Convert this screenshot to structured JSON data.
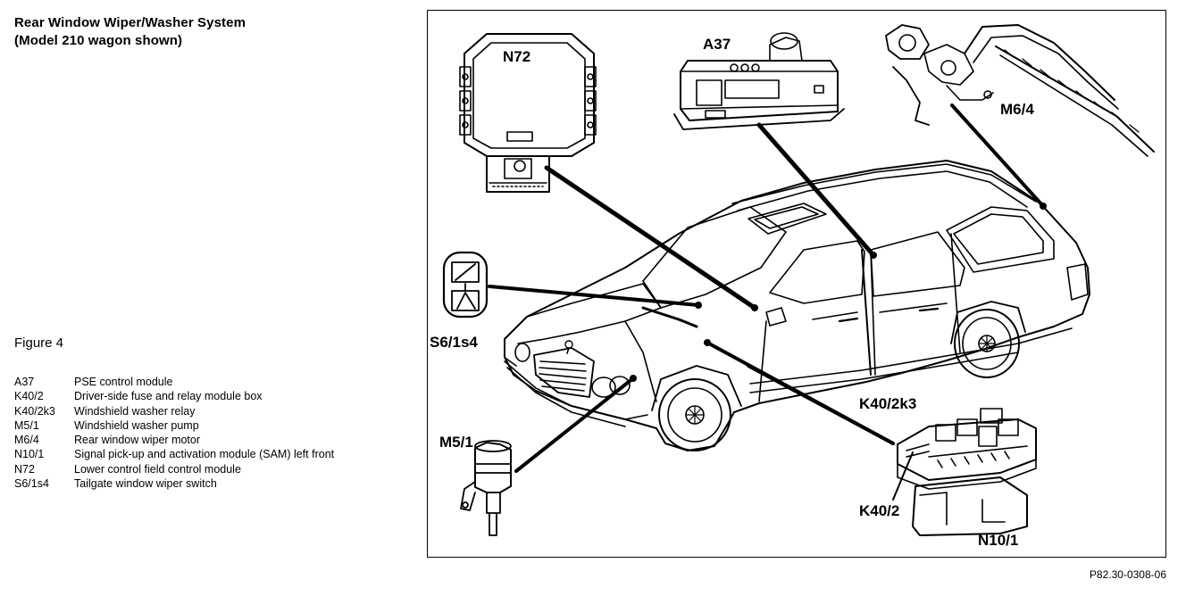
{
  "title": {
    "line1": "Rear Window Wiper/Washer System",
    "line2": "(Model 210 wagon shown)"
  },
  "figure_label": "Figure 4",
  "legend": [
    {
      "code": "A37",
      "desc": "PSE control module"
    },
    {
      "code": "K40/2",
      "desc": "Driver-side fuse and relay module box"
    },
    {
      "code": "K40/2k3",
      "desc": "Windshield washer relay"
    },
    {
      "code": "M5/1",
      "desc": "Windshield washer pump"
    },
    {
      "code": "M6/4",
      "desc": "Rear window wiper motor"
    },
    {
      "code": "N10/1",
      "desc": "Signal pick-up and activation module (SAM) left front"
    },
    {
      "code": "N72",
      "desc": "Lower control field control module"
    },
    {
      "code": "S6/1s4",
      "desc": "Tailgate window wiper switch"
    }
  ],
  "callouts": {
    "n72": "N72",
    "a37": "A37",
    "m64": "M6/4",
    "s61s4": "S6/1s4",
    "k402k3": "K40/2k3",
    "m51": "M5/1",
    "k402": "K40/2",
    "n101": "N10/1"
  },
  "reference_code": "P82.30-0308-06"
}
